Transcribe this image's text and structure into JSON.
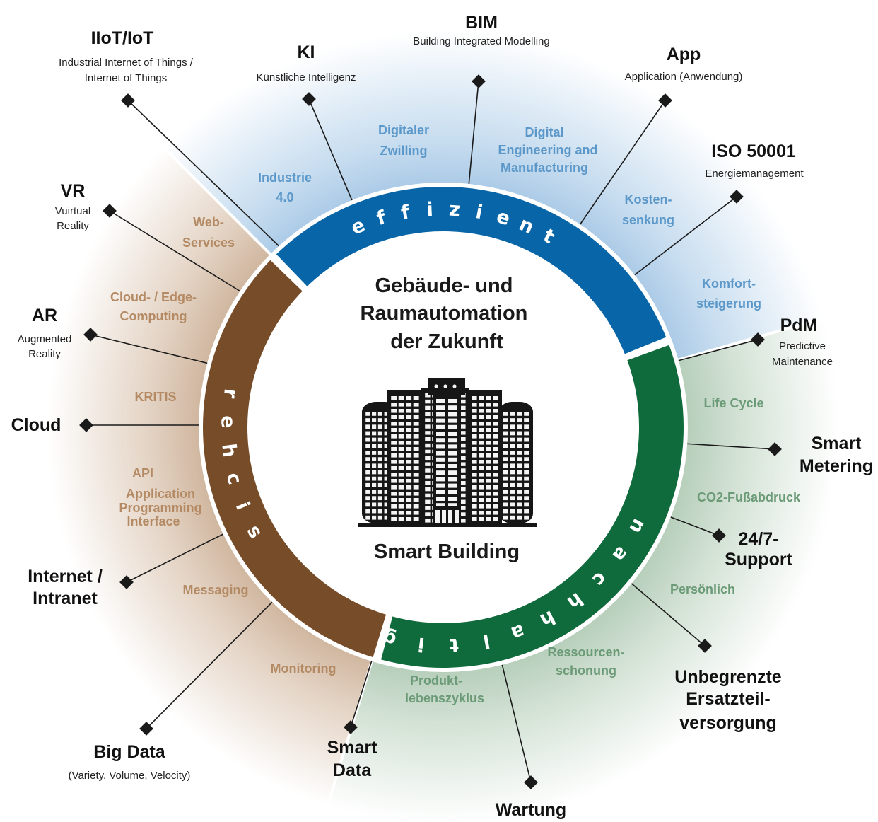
{
  "colors": {
    "effizient_ring": "#0866a8",
    "sicher_ring": "#774c28",
    "nachhaltig_ring": "#0f6a3c",
    "effizient_text": "#5b98c9",
    "sicher_text": "#b48a64",
    "nachhaltig_text": "#6b9a76",
    "effizient_bg": "#9cc0e2",
    "sicher_bg": "#c7a78a",
    "nachhaltig_bg": "#a9c4ae"
  },
  "center": {
    "title_lines": [
      "Gebäude- und",
      "Raumautomation",
      "der Zukunft"
    ],
    "subtitle": "Smart Building",
    "icon": "skyscraper-icon"
  },
  "ring": {
    "effizient": "effizient",
    "sicher": "sicher",
    "nachhaltig": "nachhaltig"
  },
  "outer_items": [
    {
      "id": "iiot",
      "title_lines": [
        "IIoT/IoT"
      ],
      "sub_lines": [
        "Industrial Internet of Things /",
        "Internet of Things"
      ]
    },
    {
      "id": "ki",
      "title_lines": [
        "KI"
      ],
      "sub_lines": [
        "Künstliche Intelligenz"
      ]
    },
    {
      "id": "bim",
      "title_lines": [
        "BIM"
      ],
      "sub_lines": [
        "Building Integrated Modelling"
      ]
    },
    {
      "id": "app",
      "title_lines": [
        "App"
      ],
      "sub_lines": [
        "Application (Anwendung)"
      ]
    },
    {
      "id": "iso",
      "title_lines": [
        "ISO 50001"
      ],
      "sub_lines": [
        "Energiemanagement"
      ]
    },
    {
      "id": "pdm",
      "title_lines": [
        "PdM"
      ],
      "sub_lines": [
        "Predictive",
        "Maintenance"
      ]
    },
    {
      "id": "smart-metering",
      "title_lines": [
        "Smart",
        "Metering"
      ],
      "sub_lines": []
    },
    {
      "id": "support",
      "title_lines": [
        "24/7-",
        "Support"
      ],
      "sub_lines": []
    },
    {
      "id": "ersatzteil",
      "title_lines": [
        "Unbegrenzte",
        "Ersatzteil-",
        "versorgung"
      ],
      "sub_lines": []
    },
    {
      "id": "wartung",
      "title_lines": [
        "Wartung"
      ],
      "sub_lines": []
    },
    {
      "id": "smart-data",
      "title_lines": [
        "Smart",
        "Data"
      ],
      "sub_lines": []
    },
    {
      "id": "big-data",
      "title_lines": [
        "Big Data"
      ],
      "sub_lines": [
        "(Variety, Volume, Velocity)"
      ]
    },
    {
      "id": "internet",
      "title_lines": [
        "Internet /",
        "Intranet"
      ],
      "sub_lines": []
    },
    {
      "id": "cloud",
      "title_lines": [
        "Cloud"
      ],
      "sub_lines": []
    },
    {
      "id": "ar",
      "title_lines": [
        "AR"
      ],
      "sub_lines": [
        "Augmented",
        "Reality"
      ]
    },
    {
      "id": "vr",
      "title_lines": [
        "VR"
      ],
      "sub_lines": [
        "Vuirtual",
        "Reality"
      ]
    }
  ],
  "inner_terms": [
    {
      "id": "industrie",
      "sector": "effizient",
      "lines": [
        "Industrie",
        "4.0"
      ]
    },
    {
      "id": "zwilling",
      "sector": "effizient",
      "lines": [
        "Digitaler",
        "Zwilling"
      ]
    },
    {
      "id": "engineering",
      "sector": "effizient",
      "lines": [
        "Digital",
        "Engineering and",
        "Manufacturing"
      ]
    },
    {
      "id": "kosten",
      "sector": "effizient",
      "lines": [
        "Kosten-",
        "senkung"
      ]
    },
    {
      "id": "komfort",
      "sector": "effizient",
      "lines": [
        "Komfort-",
        "steigerung"
      ]
    },
    {
      "id": "webservices",
      "sector": "sicher",
      "lines": [
        "Web-",
        "Services"
      ]
    },
    {
      "id": "cloudedge",
      "sector": "sicher",
      "lines": [
        "Cloud- / Edge-",
        "Computing"
      ]
    },
    {
      "id": "kritis",
      "sector": "sicher",
      "lines": [
        "KRITIS"
      ]
    },
    {
      "id": "api",
      "sector": "sicher",
      "lines": [
        "API",
        "Application",
        "Programming",
        "Interface"
      ]
    },
    {
      "id": "messaging",
      "sector": "sicher",
      "lines": [
        "Messaging"
      ]
    },
    {
      "id": "monitoring",
      "sector": "sicher",
      "lines": [
        "Monitoring"
      ]
    },
    {
      "id": "lifecycle",
      "sector": "nachhaltig",
      "lines": [
        "Life Cycle"
      ]
    },
    {
      "id": "co2",
      "sector": "nachhaltig",
      "lines": [
        "CO2-Fußabdruck"
      ]
    },
    {
      "id": "persoenlich",
      "sector": "nachhaltig",
      "lines": [
        "Persönlich"
      ]
    },
    {
      "id": "ressourcen",
      "sector": "nachhaltig",
      "lines": [
        "Ressourcen-",
        "schonung"
      ]
    },
    {
      "id": "produkt",
      "sector": "nachhaltig",
      "lines": [
        "Produkt-",
        "lebenszyklus"
      ]
    }
  ]
}
